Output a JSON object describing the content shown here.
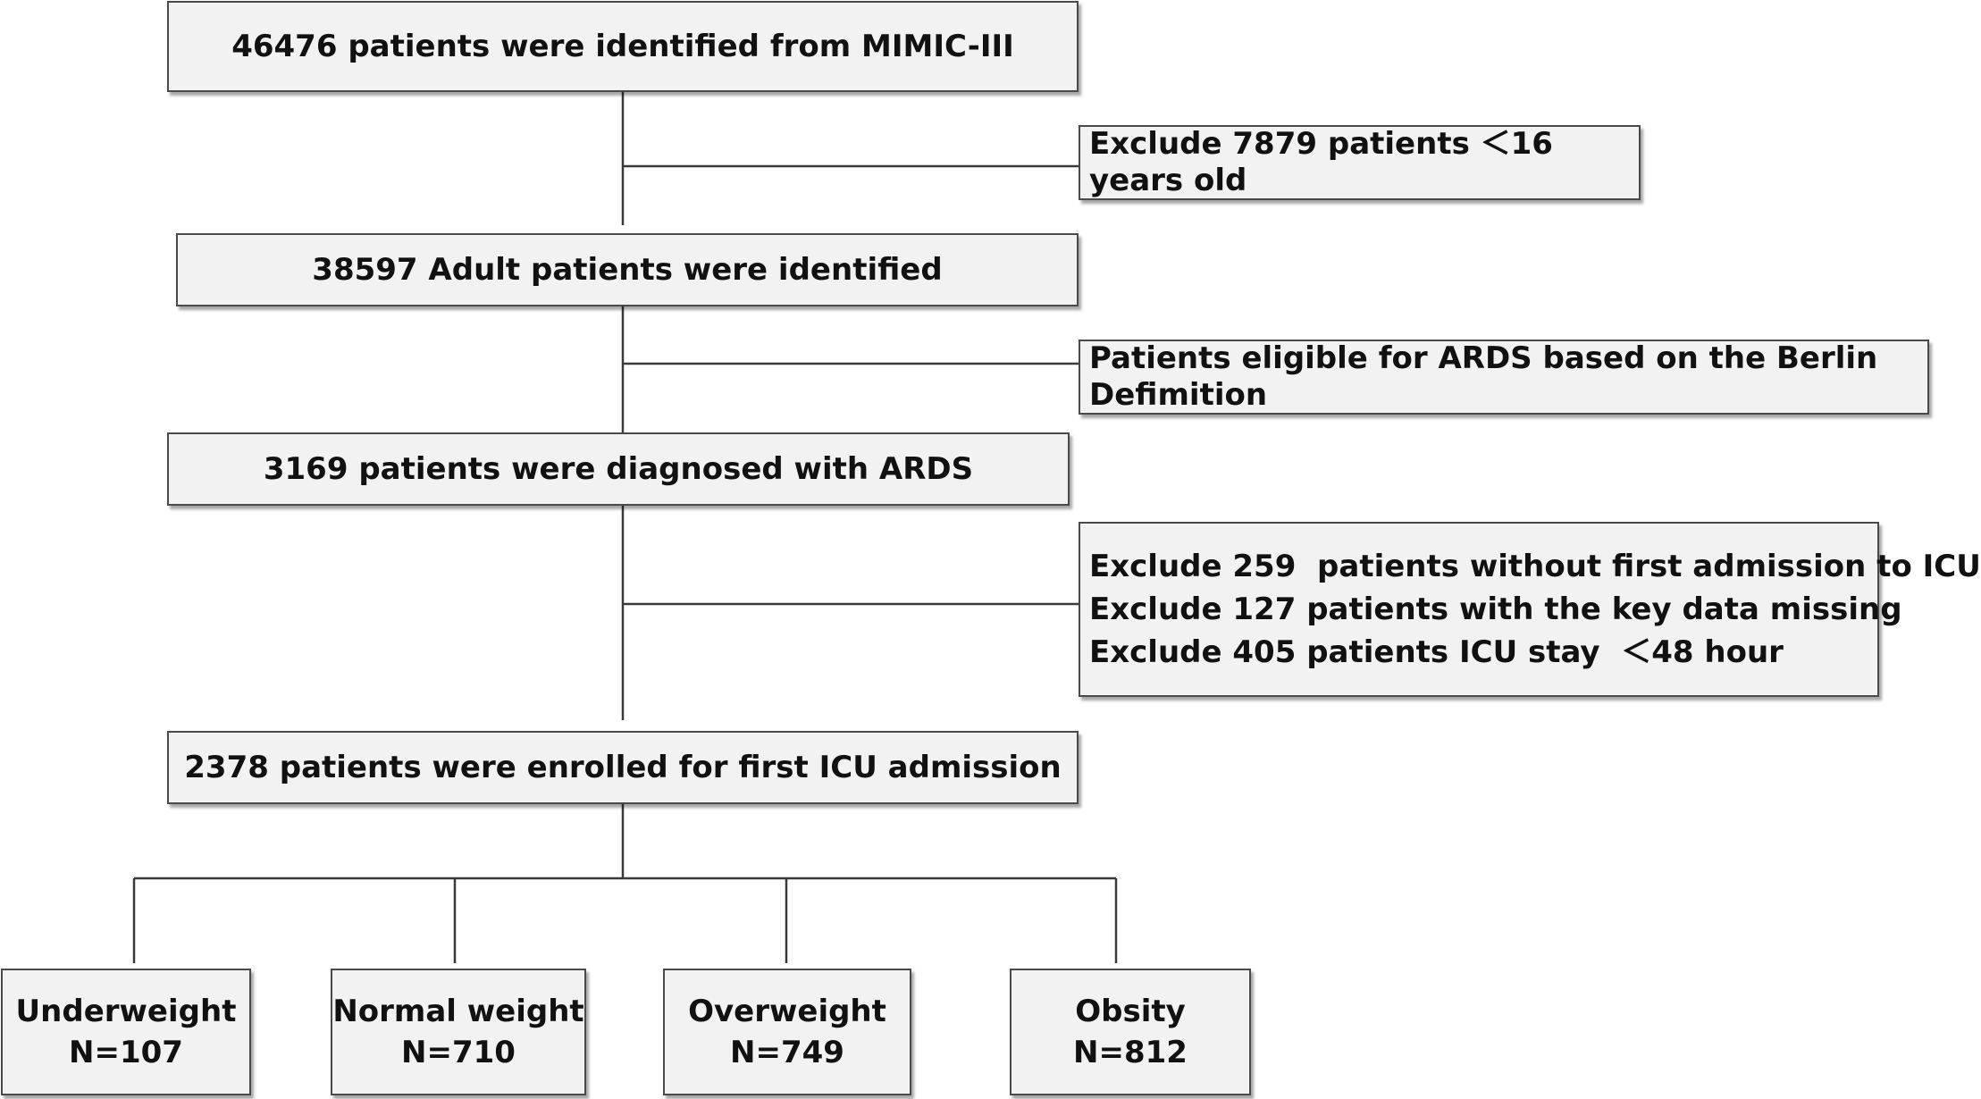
{
  "boxes": {
    "identified": "46476 patients were identified from MIMIC-III",
    "exclude_age": "Exclude 7879 patients ＜16 years old",
    "adults": "38597 Adult patients were identified",
    "eligible": "Patients eligible for ARDS based on the Berlin Defimition",
    "ards": "3169 patients were diagnosed with ARDS",
    "exclusions": [
      "Exclude 259  patients without first admission to ICU",
      "Exclude 127 patients with the key data missing",
      "Exclude 405 patients ICU stay  ＜48 hour"
    ],
    "enrolled": "2378 patients were enrolled for first ICU admission"
  },
  "groups": [
    {
      "label": "Underweight",
      "n": "N=107"
    },
    {
      "label": "Normal weight",
      "n": "N=710"
    },
    {
      "label": "Overweight",
      "n": "N=749"
    },
    {
      "label": "Obsity",
      "n": "N=812"
    }
  ],
  "colors": {
    "box_fill": "#f2f2f2",
    "line": "#3a3a3a"
  }
}
